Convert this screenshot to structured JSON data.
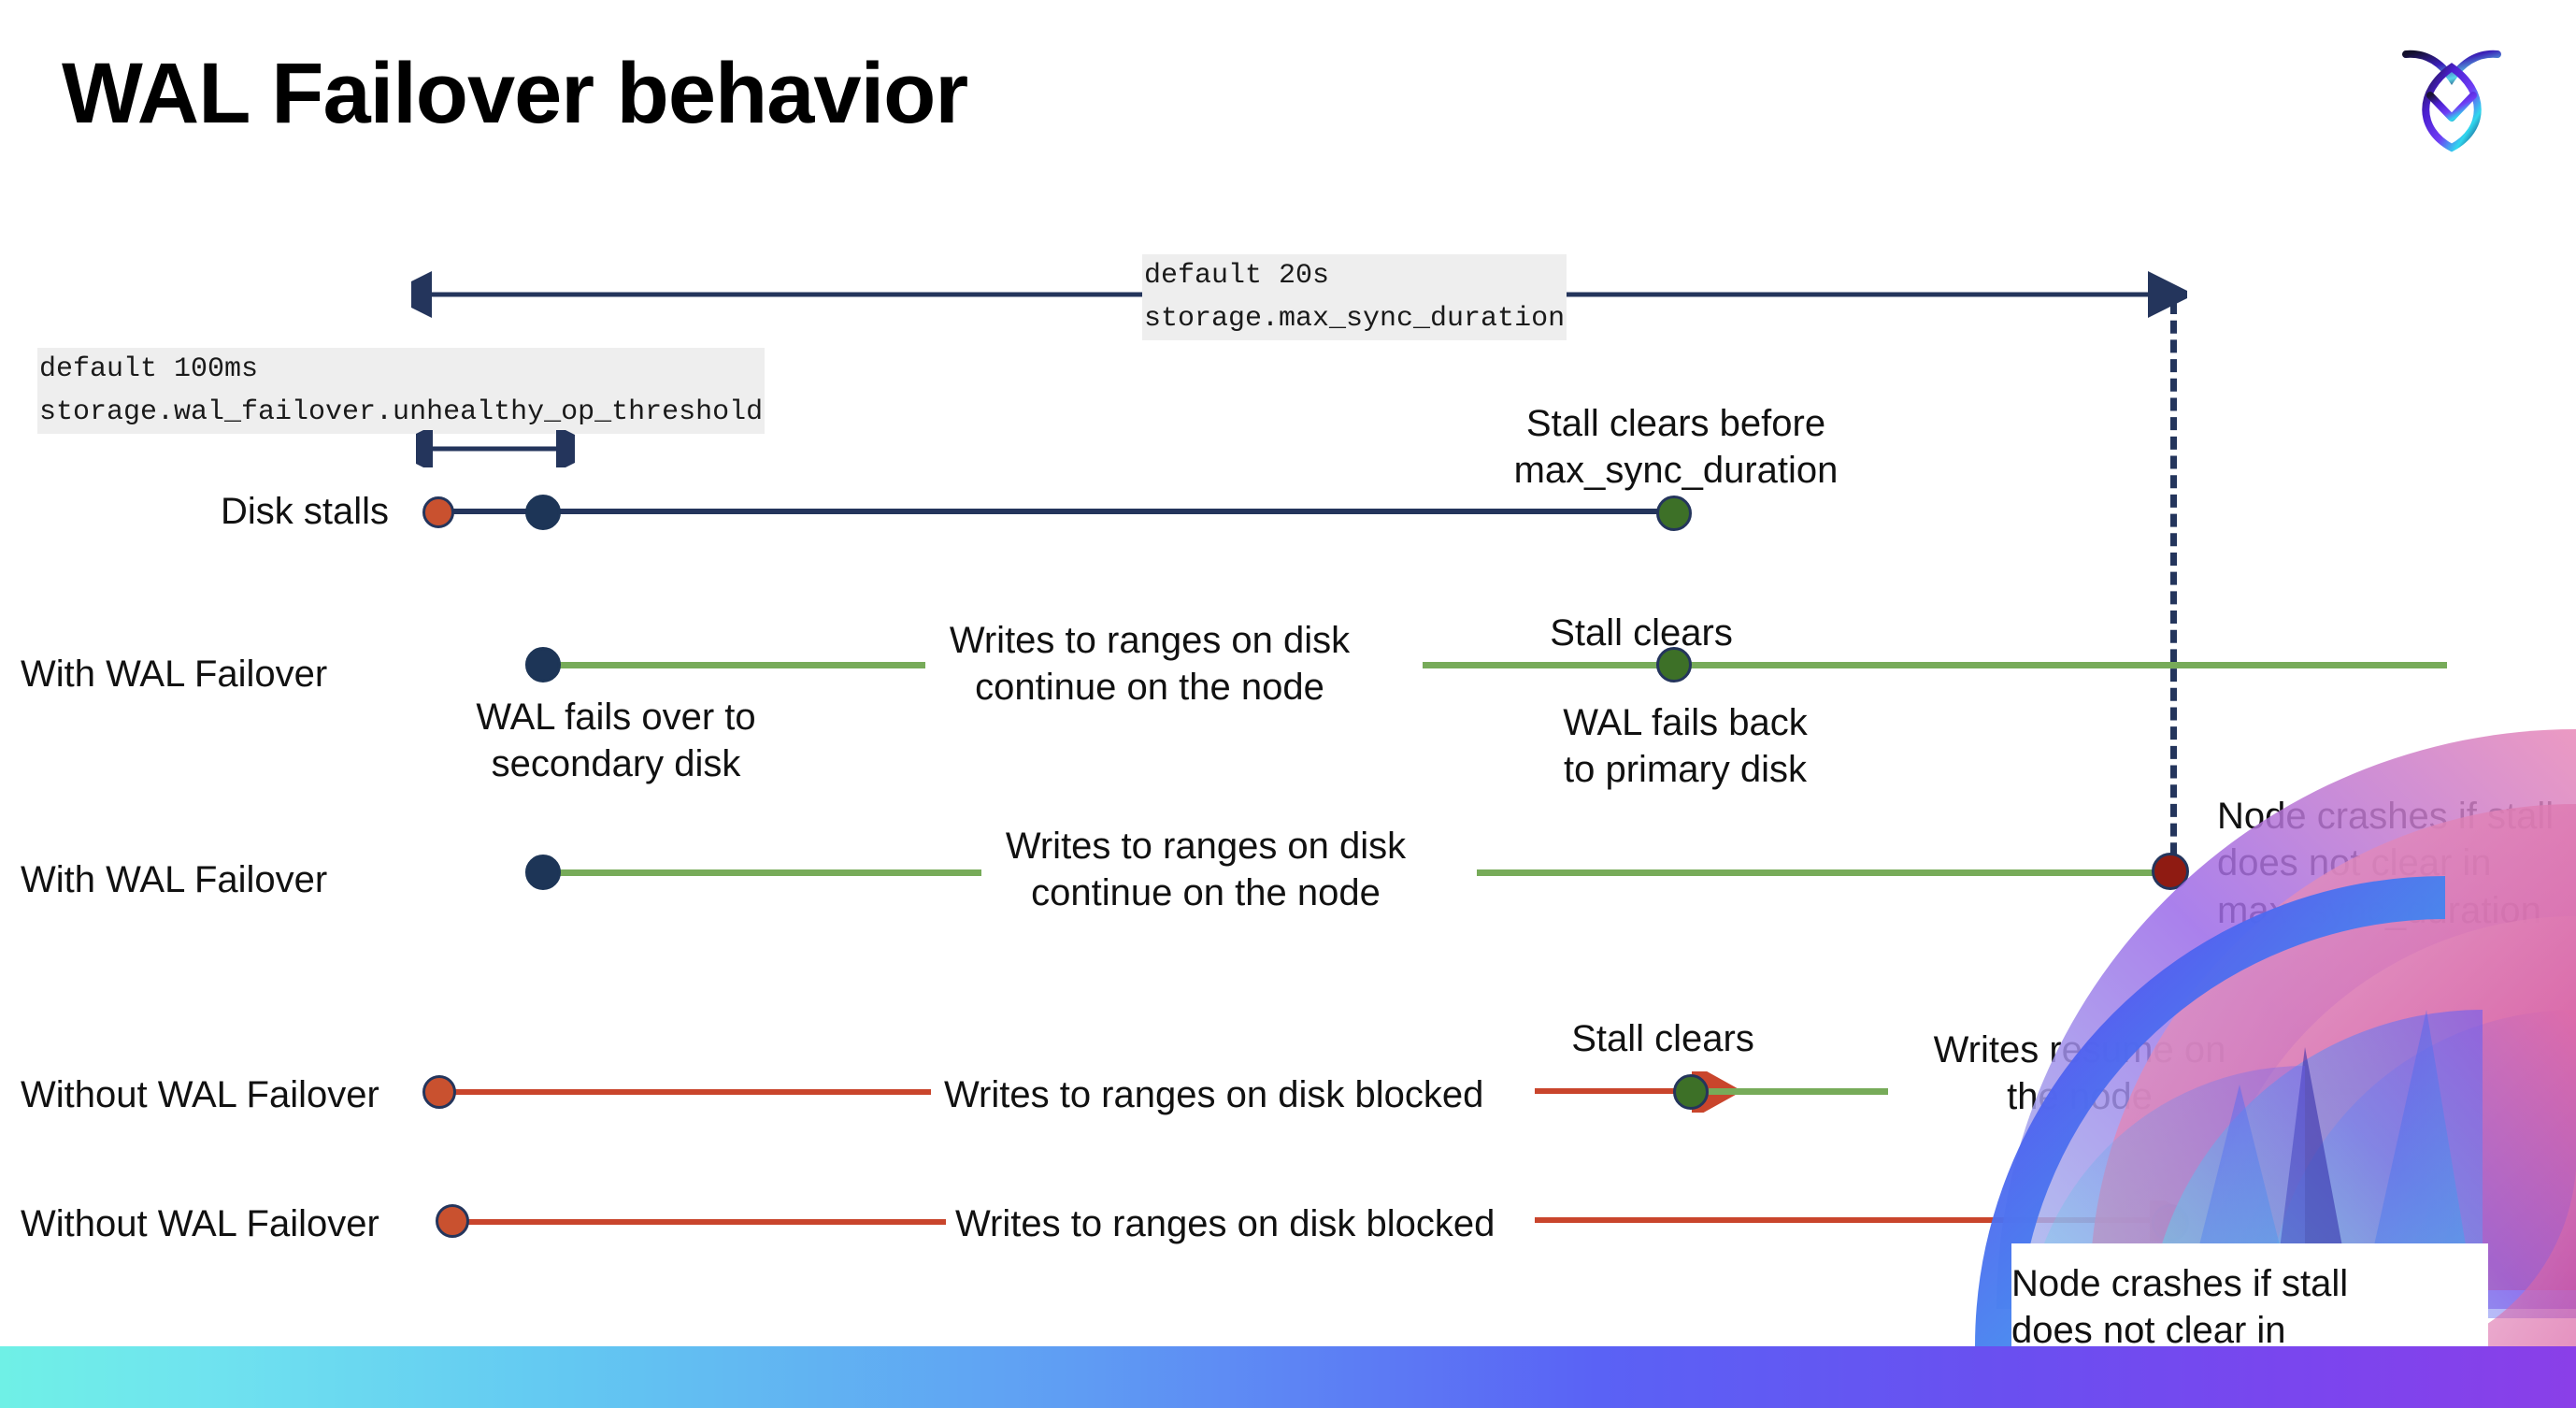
{
  "slide": {
    "title": "WAL Failover behavior",
    "logo_name": "cockroachdb-logo"
  },
  "settings": {
    "max_sync_duration": {
      "default_line": "default 20s",
      "name_line": "storage.max_sync_duration"
    },
    "unhealthy_op_threshold": {
      "default_line": "default 100ms",
      "name_line": "storage.wal_failover.unhealthy_op_threshold"
    }
  },
  "rows": {
    "disk_stalls": {
      "label": "Disk stalls",
      "note": "Stall clears before\nmax_sync_duration"
    },
    "with_failover_clears": {
      "label": "With WAL Failover",
      "note_start": "WAL fails over to\nsecondary disk",
      "note_middle": "Writes to ranges on disk\ncontinue on the node",
      "note_clear": "Stall clears",
      "note_back": "WAL fails  back\nto primary disk"
    },
    "with_failover_crash": {
      "label": "With WAL Failover",
      "note_middle": "Writes to ranges on disk\ncontinue on the node",
      "note_crash": "Node crashes if stall\ndoes not clear in\nmax_sync_duration"
    },
    "without_failover_clears": {
      "label": "Without WAL Failover",
      "note_blocked": "Writes to ranges on disk  blocked",
      "note_clear": "Stall clears",
      "note_resume": "Writes resume on\nthe node"
    },
    "without_failover_crash": {
      "label": "Without WAL Failover",
      "note_blocked": "Writes to ranges on disk  blocked",
      "note_crash": "Node crashes if stall\ndoes not clear in\nmax_sync_duration"
    }
  },
  "colors": {
    "navy": "#24355c",
    "green_line": "#77ab59",
    "green_dot": "#3d7027",
    "orange": "#c9512f",
    "red_line": "#c9452c",
    "dark_red": "#8f1b12",
    "code_highlight": "#eeeeee"
  }
}
